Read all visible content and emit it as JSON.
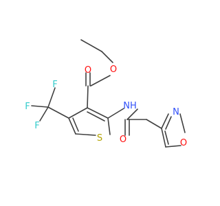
{
  "colors": {
    "bond": "#404040",
    "O": "#ff0d0d",
    "N": "#3050f8",
    "S": "#b2a200",
    "F": "#33cccc",
    "background": "#ffffff"
  },
  "atoms": {
    "o_ester_carbonyl": "O",
    "o_ester": "O",
    "f_top": "F",
    "f_left": "F",
    "f_bottom": "F",
    "nh": "NH",
    "s_ring": "S",
    "o_amide": "O",
    "n_isoxazole": "N",
    "o_isoxazole": "O"
  }
}
